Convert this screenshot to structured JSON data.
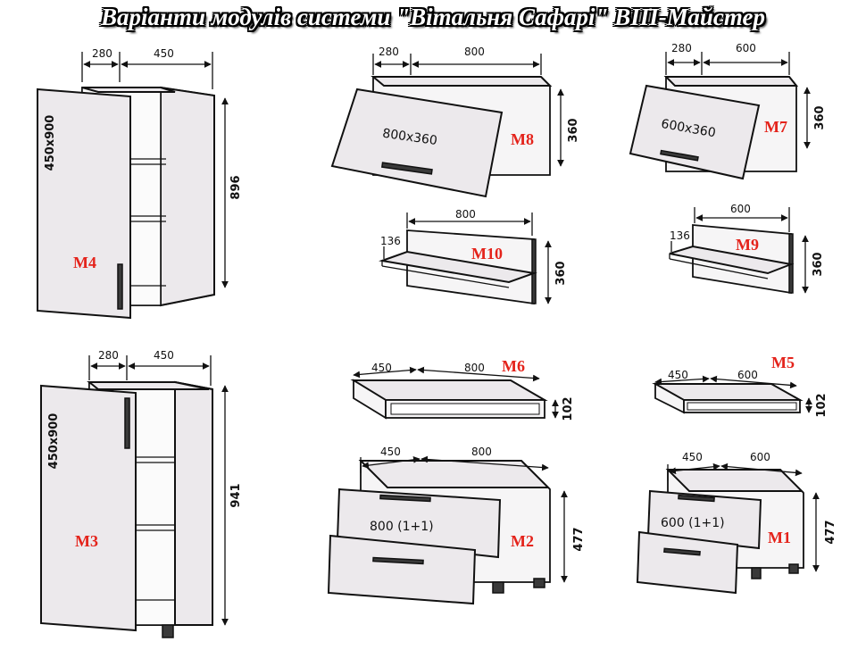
{
  "title": "Варіанти модулів системи \"Вітальня Сафарі\" ВІП-Майстер",
  "colors": {
    "module_label": "#e4231b",
    "panel_fill": "#ece9ec",
    "outline": "#111111"
  },
  "modules": {
    "m4": {
      "label": "M4",
      "depth": "280",
      "width": "450",
      "height": "896",
      "door": "450x900"
    },
    "m3": {
      "label": "M3",
      "depth": "280",
      "width": "450",
      "height": "941",
      "door": "450x900"
    },
    "m8": {
      "label": "M8",
      "depth": "280",
      "width": "800",
      "height": "360",
      "front": "800x360"
    },
    "m7": {
      "label": "M7",
      "depth": "280",
      "width": "600",
      "height": "360",
      "front": "600x360"
    },
    "m10": {
      "label": "M10",
      "depth": "136",
      "width": "800",
      "height": "360"
    },
    "m9": {
      "label": "M9",
      "depth": "136",
      "width": "600",
      "height": "360"
    },
    "m6": {
      "label": "M6",
      "depth": "450",
      "width": "800",
      "height": "102"
    },
    "m5": {
      "label": "M5",
      "depth": "450",
      "width": "600",
      "height": "102"
    },
    "m2": {
      "label": "M2",
      "depth": "450",
      "width": "800",
      "height": "477",
      "front": "800 (1+1)"
    },
    "m1": {
      "label": "M1",
      "depth": "450",
      "width": "600",
      "height": "477",
      "front": "600 (1+1)"
    }
  }
}
